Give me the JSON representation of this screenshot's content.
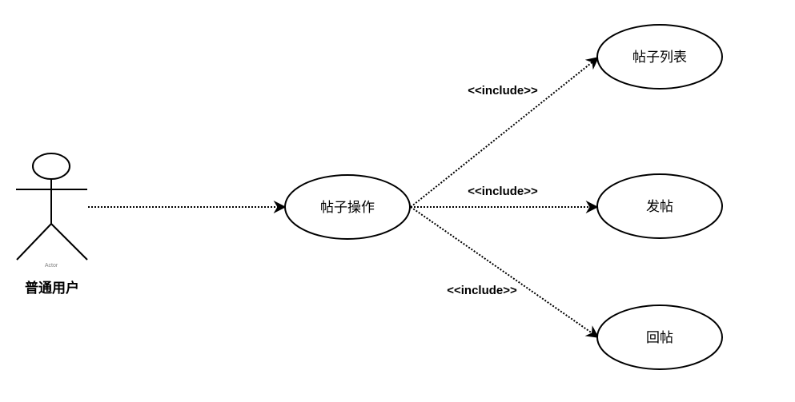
{
  "actor": {
    "caption": "Actor",
    "name": "普通用户"
  },
  "usecases": {
    "post_operation": "帖子操作",
    "post_list": "帖子列表",
    "create_post": "发帖",
    "reply_post": "回帖"
  },
  "relations": {
    "include_post_list": "<<include>>",
    "include_create_post": "<<include>>",
    "include_reply_post": "<<include>>"
  },
  "colors": {
    "line": "#000000",
    "actor_caption": "#808080",
    "background": "#ffffff"
  }
}
